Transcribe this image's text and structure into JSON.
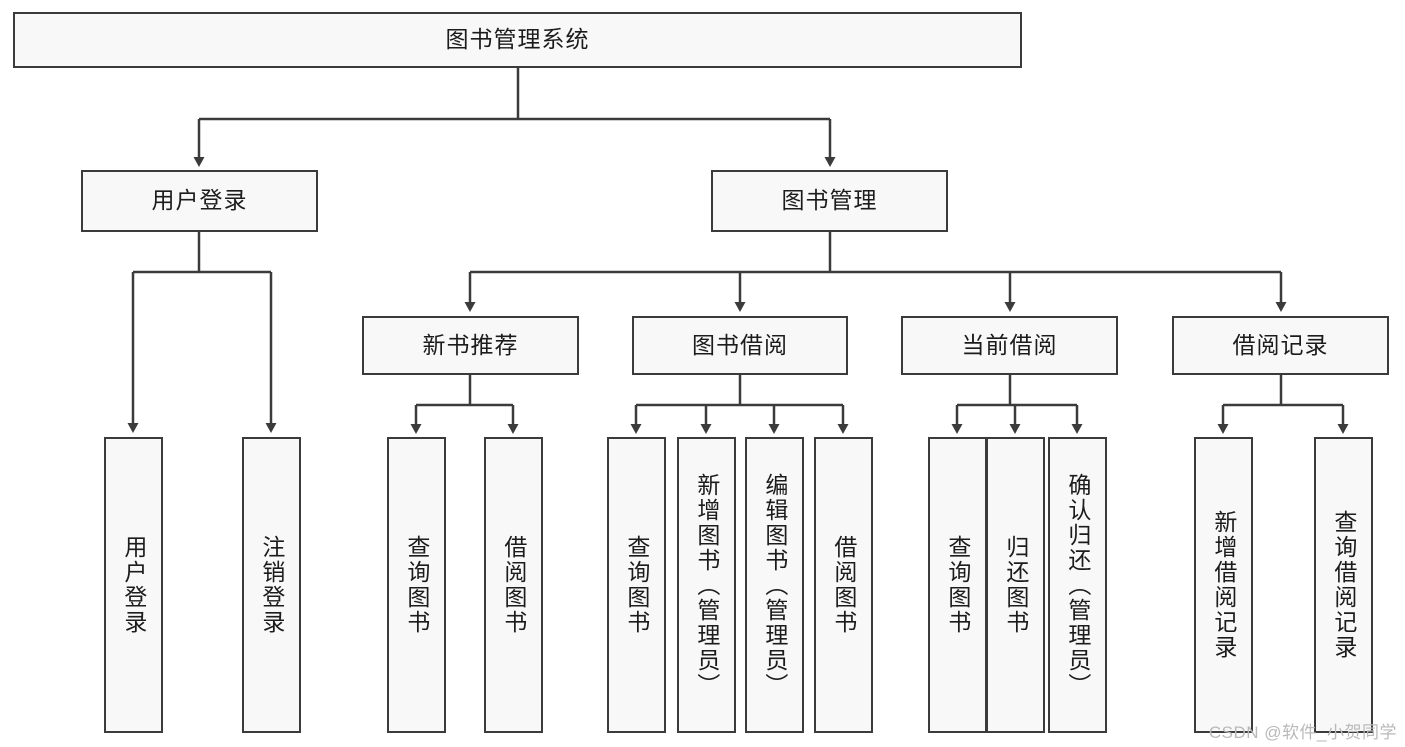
{
  "diagram": {
    "title": "图书管理系统",
    "type": "tree-hierarchy-diagram",
    "colors": {
      "box_border": "#3b3b3b",
      "box_fill": "#f8f8f8",
      "connector": "#3b3b3b",
      "text": "#1c1c1c",
      "watermark": "#b9b9b9",
      "background": "#ffffff"
    },
    "root": {
      "label": "图书管理系统"
    },
    "level2": [
      {
        "label": "用户登录"
      },
      {
        "label": "图书管理"
      }
    ],
    "level3": [
      {
        "label": "新书推荐"
      },
      {
        "label": "图书借阅"
      },
      {
        "label": "当前借阅"
      },
      {
        "label": "借阅记录"
      }
    ],
    "leaves": {
      "user_login": [
        {
          "label": "用户登录"
        },
        {
          "label": "注销登录"
        }
      ],
      "new_book": [
        {
          "label": "查询图书"
        },
        {
          "label": "借阅图书"
        }
      ],
      "book_borrow": [
        {
          "label": "查询图书"
        },
        {
          "label": "新增图书（管理员）"
        },
        {
          "label": "编辑图书（管理员）"
        },
        {
          "label": "借阅图书"
        }
      ],
      "current_borrow": [
        {
          "label": "查询图书"
        },
        {
          "label": "归还图书"
        },
        {
          "label": "确认归还（管理员）"
        }
      ],
      "borrow_record": [
        {
          "label": "新增借阅记录"
        },
        {
          "label": "查询借阅记录"
        }
      ]
    },
    "watermark": "CSDN @软件_小贺同学"
  }
}
